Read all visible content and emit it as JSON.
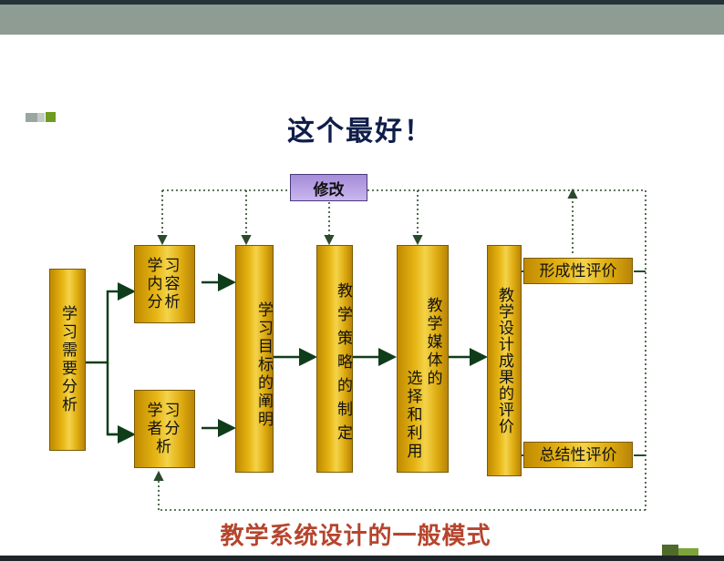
{
  "slide": {
    "title": "这个最好！",
    "subtitle": "教学系统设计的一般模式"
  },
  "diagram": {
    "revise": "修改",
    "needs_analysis": "学习需要分析",
    "content_analysis": "学习内容分析",
    "learner_analysis": "学习者分析",
    "objectives": "学习目标的阐明",
    "strategy": "教学策略的制定",
    "media_top": "教学媒体的",
    "media_bottom": "选择和利用",
    "evaluation": "教学设计成果的评价",
    "formative": "形成性评价",
    "summative": "总结性评价"
  },
  "colors": {
    "box_gold": "#e6b514",
    "revise_purple": "#b7a2e6",
    "title_navy": "#0f1e4a",
    "subtitle_red": "#b5452d",
    "arrow_green": "#0f3d1a"
  }
}
